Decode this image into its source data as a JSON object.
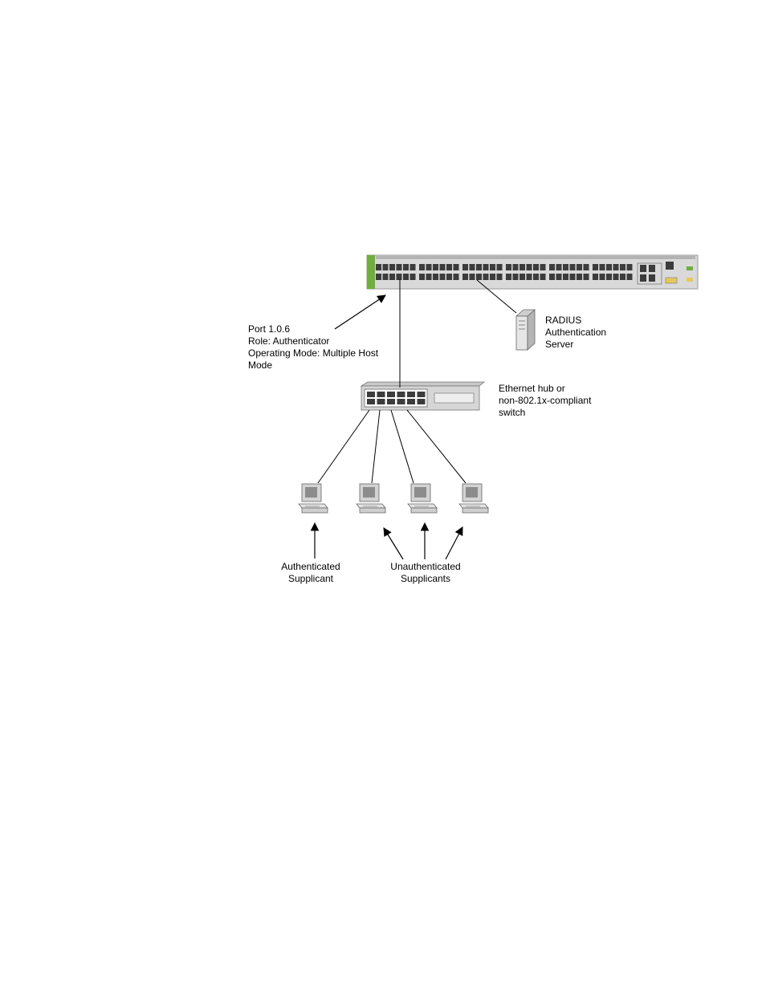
{
  "port_label": {
    "line1": "Port 1.0.6",
    "line2": "Role: Authenticator",
    "line3": "Operating Mode: Multiple Host",
    "line4": "Mode"
  },
  "radius_label": {
    "line1": "RADIUS",
    "line2": "Authentication",
    "line3": "Server"
  },
  "hub_label": {
    "line1": "Ethernet hub or",
    "line2": "non-802.1x-compliant",
    "line3": "switch"
  },
  "auth_label": {
    "line1": "Authenticated",
    "line2": "Supplicant"
  },
  "unauth_label": {
    "line1": "Unauthenticated",
    "line2": "Supplicants"
  },
  "colors": {
    "switch_body": "#d9d9d9",
    "switch_accent": "#6fae3f",
    "port": "#3c3c3c",
    "line": "#000000"
  },
  "icons": [
    "network-switch-icon",
    "server-icon",
    "hub-icon",
    "computer-icon",
    "arrow-icon"
  ]
}
